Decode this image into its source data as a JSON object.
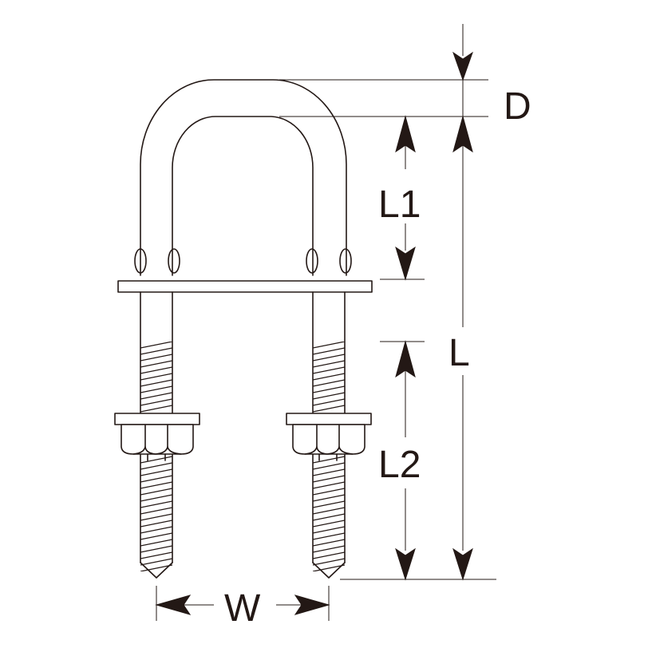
{
  "labels": {
    "d": "D",
    "l1": "L1",
    "l": "L",
    "l2": "L2",
    "w": "W"
  },
  "colors": {
    "line": "#231815",
    "background": "#ffffff"
  }
}
